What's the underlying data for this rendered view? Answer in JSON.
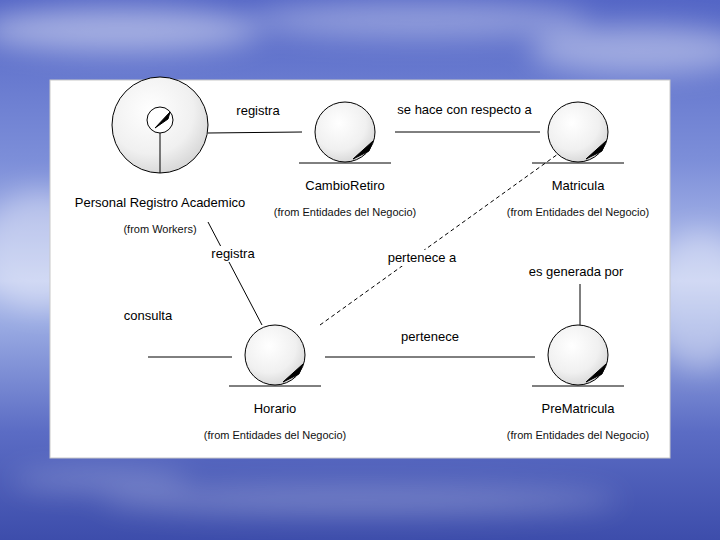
{
  "diagram": {
    "nodes": [
      {
        "text": [
          "Personal Registro Academico",
          "(from Workers)"
        ]
      },
      {
        "text": [
          "CambioRetiro",
          "(from Entidades del Negocio)"
        ]
      },
      {
        "text": [
          "Matricula",
          "(from Entidades del Negocio)"
        ]
      },
      {
        "text": [
          "Horario",
          "(from Entidades del Negocio)"
        ]
      },
      {
        "text": [
          "PreMatricula",
          "(from Entidades del Negocio)"
        ]
      }
    ],
    "edges": [
      {
        "from": 0,
        "to": 1,
        "label": "registra",
        "arrow": "none"
      },
      {
        "from": 1,
        "to": 2,
        "label": "se hace con respecto a",
        "arrow": "none"
      },
      {
        "from": 0,
        "to": 3,
        "label": "registra",
        "arrow": "none"
      },
      {
        "from": 3,
        "to": 2,
        "label": "pertenece a",
        "arrow": "none"
      },
      {
        "from": 3,
        "to": 4,
        "label": "pertenece",
        "arrow": "none"
      }
    ],
    "labels": [
      "consulta",
      "es generada por"
    ]
  }
}
